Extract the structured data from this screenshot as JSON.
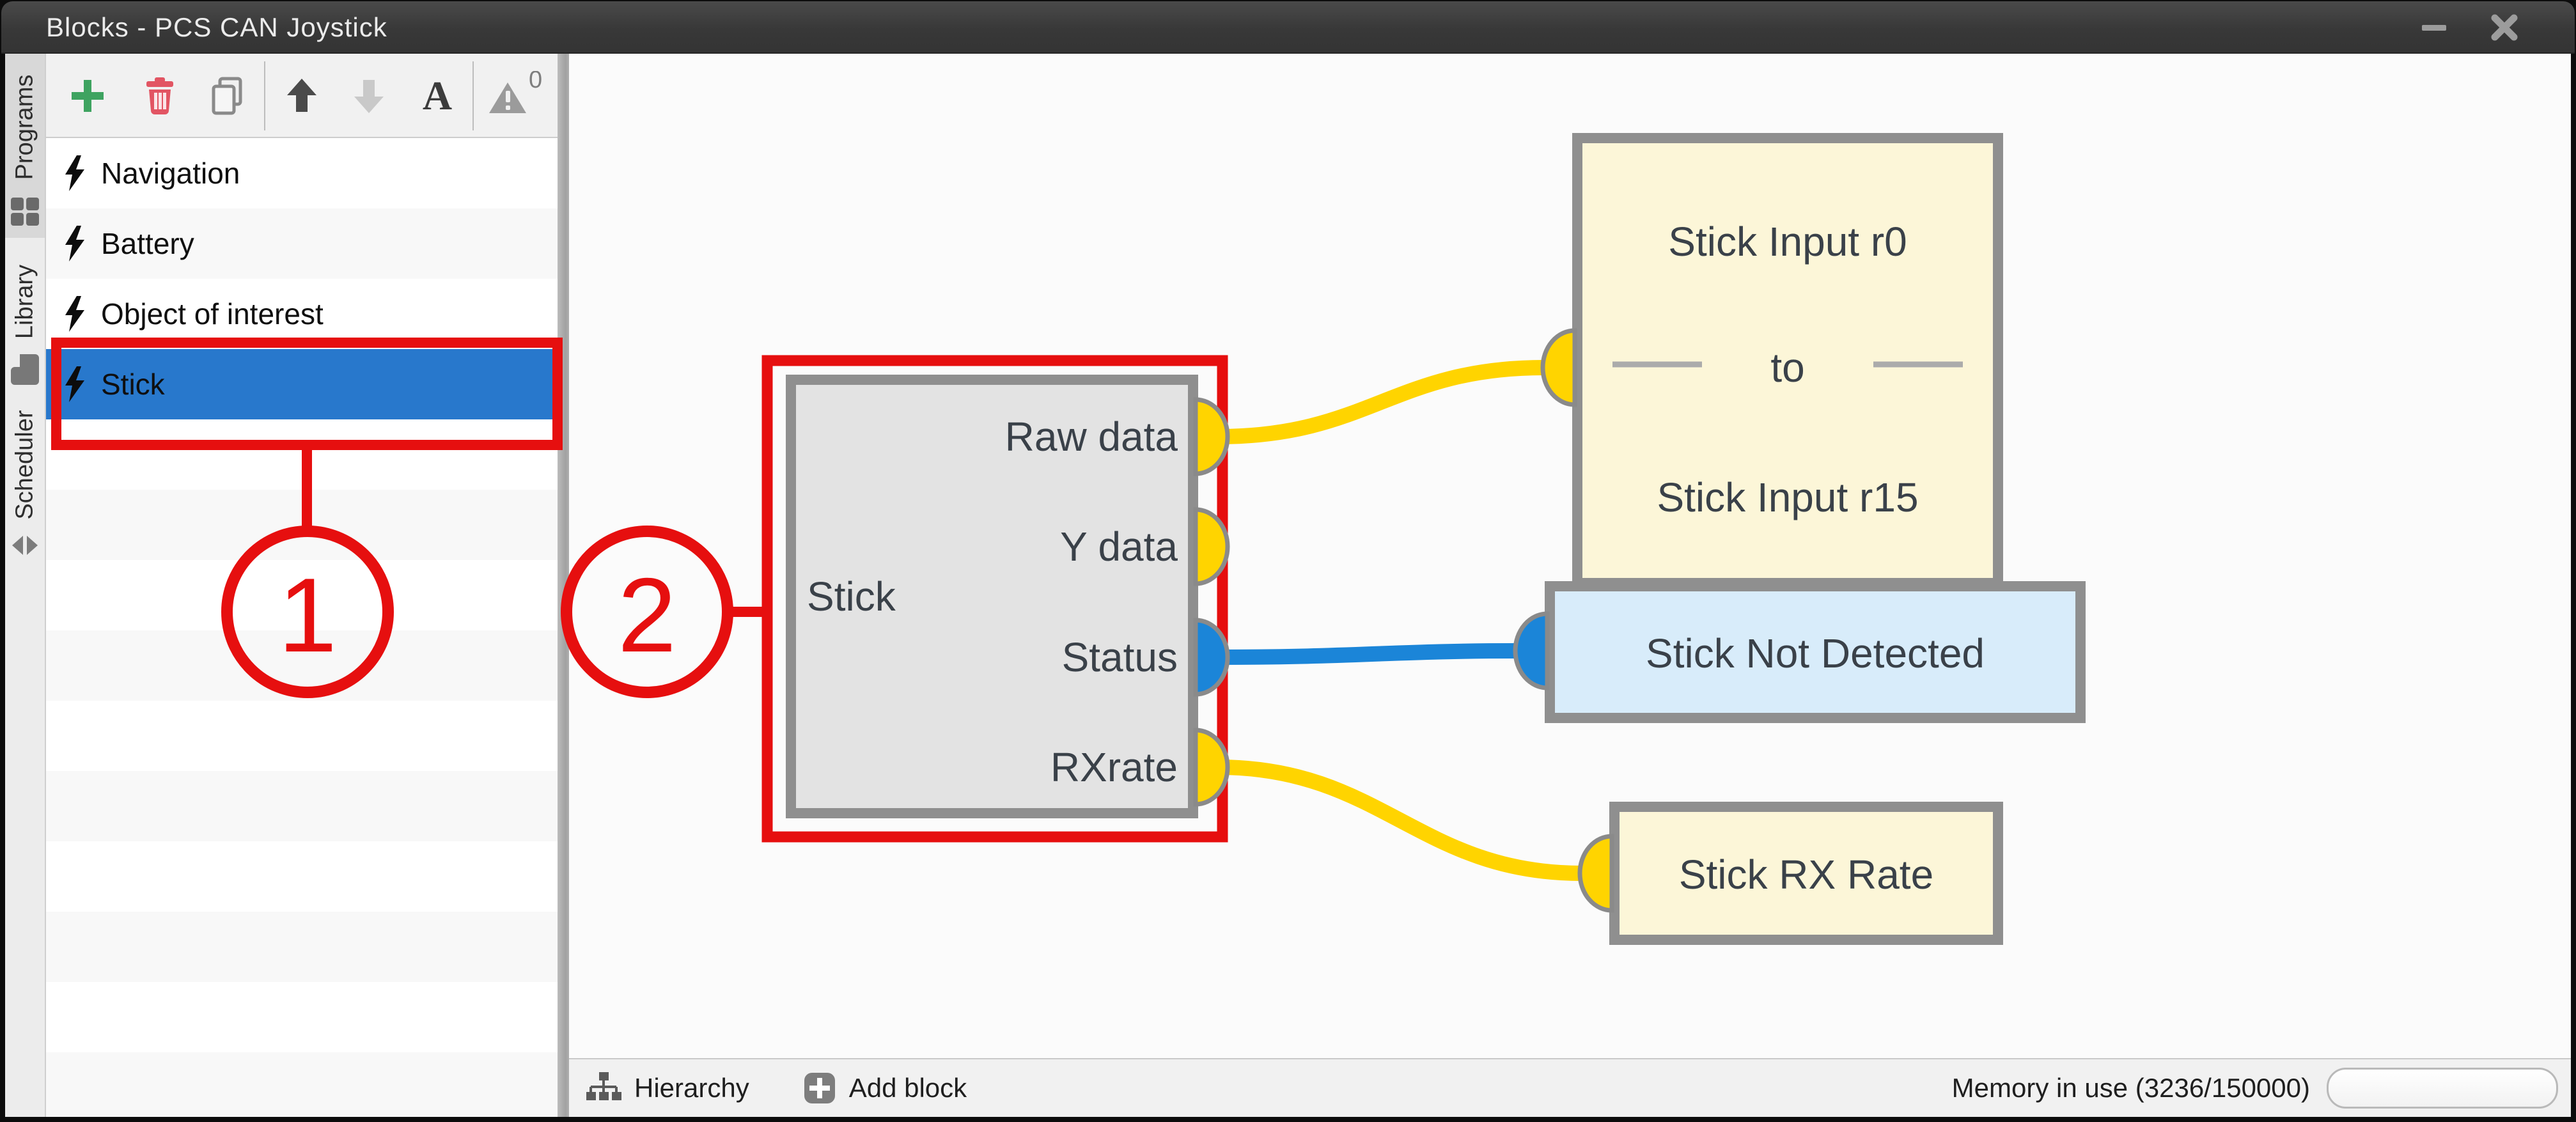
{
  "colors": {
    "annotation_red": "#E60F0F",
    "selection_blue": "#2878CC",
    "wire_yellow": "#FFD400",
    "wire_blue": "#1B85D8",
    "block_gray_fill": "#E3E3E3",
    "block_yellow_fill": "#FCF6D8",
    "block_blue_fill": "#D8ECFA",
    "block_border_gray": "#8F8F8F"
  },
  "window": {
    "title": "Blocks - PCS CAN Joystick"
  },
  "sidebar_tabs": [
    {
      "label": "Programs",
      "icon": "grid-icon",
      "active": true
    },
    {
      "label": "Library",
      "icon": "book-icon",
      "active": false
    },
    {
      "label": "Scheduler",
      "icon": "swap-arrows-icon",
      "active": false
    }
  ],
  "toolbar": {
    "add": "add-icon",
    "delete": "trash-icon",
    "duplicate": "copy-icon",
    "move_up": "arrow-up-icon",
    "move_down": "arrow-down-icon",
    "rename_glyph": "A",
    "error_badge": "0"
  },
  "program_list": [
    {
      "label": "Navigation",
      "selected": false
    },
    {
      "label": "Battery",
      "selected": false
    },
    {
      "label": "Object of interest",
      "selected": false
    },
    {
      "label": "Stick",
      "selected": true
    }
  ],
  "annotations": [
    {
      "number": "1"
    },
    {
      "number": "2"
    }
  ],
  "canvas": {
    "stick_block": {
      "label": "Stick",
      "ports": [
        {
          "name": "Raw data",
          "color": "#FFD400"
        },
        {
          "name": "Y data",
          "color": "#FFD400"
        },
        {
          "name": "Status",
          "color": "#1B85D8"
        },
        {
          "name": "RXrate",
          "color": "#FFD400"
        }
      ]
    },
    "range_block": {
      "line1": "Stick Input r0",
      "line2": "to",
      "line3": "Stick Input r15",
      "color": "#FCF6D8"
    },
    "status_block": {
      "label": "Stick Not Detected",
      "color": "#D8ECFA"
    },
    "rate_block": {
      "label": "Stick RX Rate",
      "color": "#FCF6D8"
    },
    "wires": [
      {
        "from": "Raw data",
        "to": "Stick Input r0 to Stick Input r15",
        "color": "#FFD400"
      },
      {
        "from": "Status",
        "to": "Stick Not Detected",
        "color": "#1B85D8"
      },
      {
        "from": "RXrate",
        "to": "Stick RX Rate",
        "color": "#FFD400"
      }
    ]
  },
  "statusbar": {
    "hierarchy": "Hierarchy",
    "add_block": "Add block",
    "memory": "Memory in use (3236/150000)"
  }
}
